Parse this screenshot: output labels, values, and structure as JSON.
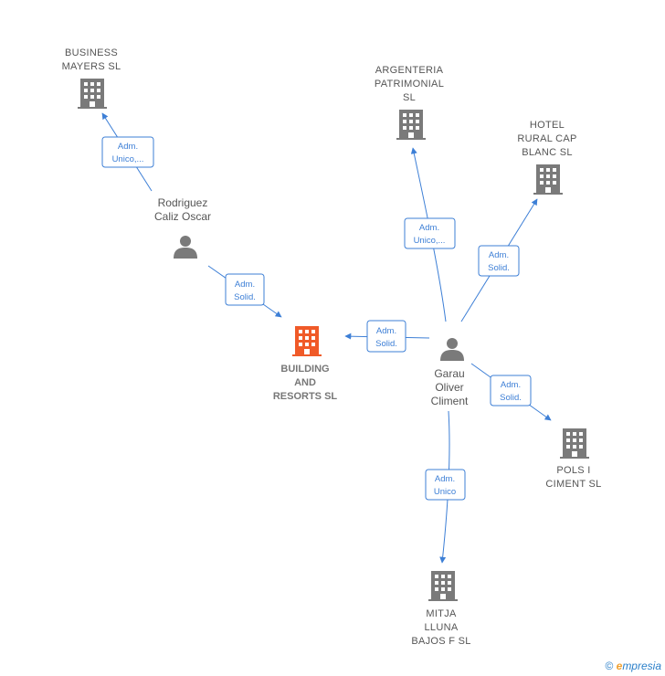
{
  "companies": [
    {
      "id": "business-mayers",
      "lines": [
        "BUSINESS",
        "MAYERS  SL"
      ],
      "highlight": false
    },
    {
      "id": "argenteria",
      "lines": [
        "ARGENTERIA",
        "PATRIMONIAL",
        "SL"
      ],
      "highlight": false
    },
    {
      "id": "hotel-rural",
      "lines": [
        "HOTEL",
        "RURAL CAP",
        "BLANC  SL"
      ],
      "highlight": false
    },
    {
      "id": "building-resorts",
      "lines": [
        "BUILDING",
        "AND",
        "RESORTS  SL"
      ],
      "highlight": true
    },
    {
      "id": "pols-ciment",
      "lines": [
        "POLS I",
        "CIMENT  SL"
      ],
      "highlight": false
    },
    {
      "id": "mitja-lluna",
      "lines": [
        "MITJA",
        "LLUNA",
        "BAJOS F SL"
      ],
      "highlight": false
    }
  ],
  "people": [
    {
      "id": "rodriguez",
      "lines": [
        "Rodriguez",
        "Caliz Oscar"
      ]
    },
    {
      "id": "garau",
      "lines": [
        "Garau",
        "Oliver",
        "Climent"
      ]
    }
  ],
  "edges": [
    {
      "id": "rodriguez-business",
      "label": [
        "Adm.",
        "Unico,..."
      ]
    },
    {
      "id": "rodriguez-building",
      "label": [
        "Adm.",
        "Solid."
      ]
    },
    {
      "id": "garau-building",
      "label": [
        "Adm.",
        "Solid."
      ]
    },
    {
      "id": "garau-argenteria",
      "label": [
        "Adm.",
        "Unico,..."
      ]
    },
    {
      "id": "garau-hotel",
      "label": [
        "Adm.",
        "Solid."
      ]
    },
    {
      "id": "garau-pols",
      "label": [
        "Adm.",
        "Solid."
      ]
    },
    {
      "id": "garau-mitja",
      "label": [
        "Adm.",
        "Unico"
      ]
    }
  ],
  "colors": {
    "edge": "#3d7fd6",
    "company": "#7a7a7a",
    "highlight": "#f05a28",
    "person": "#7a7a7a"
  },
  "footer": {
    "copyright": "©",
    "brand_first": "e",
    "brand_rest": "mpresia"
  }
}
